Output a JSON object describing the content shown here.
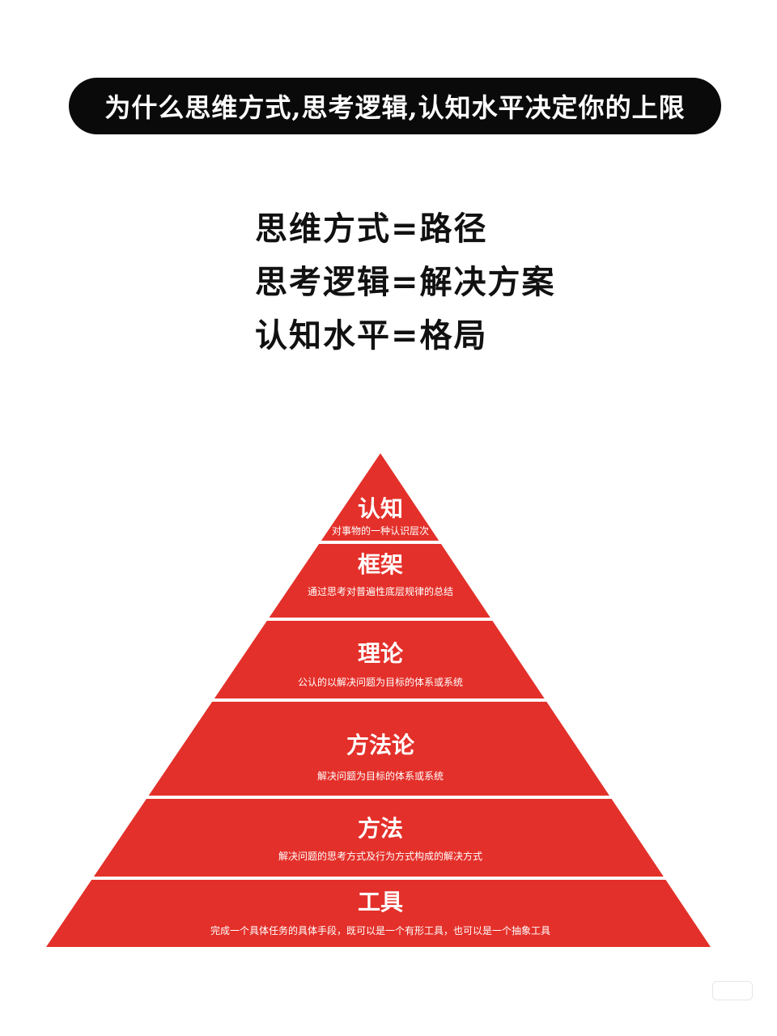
{
  "title": "为什么思维方式,思考逻辑,认知水平决定你的上限",
  "equations": [
    "思维方式=路径",
    "思考逻辑=解决方案",
    "认知水平=格局"
  ],
  "pyramid": {
    "color": "#e4302a",
    "levels": [
      {
        "title": "认知",
        "desc": "对事物的一种认识层次"
      },
      {
        "title": "框架",
        "desc": "通过思考对普遍性底层规律的总结"
      },
      {
        "title": "理论",
        "desc": "公认的以解决问题为目标的体系或系统"
      },
      {
        "title": "方法论",
        "desc": "解决问题为目标的体系或系统"
      },
      {
        "title": "方法",
        "desc": "解决问题的思考方式及行为方式构成的解决方式"
      },
      {
        "title": "工具",
        "desc": "完成一个具体任务的具体手段，既可以是一个有形工具，也可以是一个抽象工具"
      }
    ]
  }
}
